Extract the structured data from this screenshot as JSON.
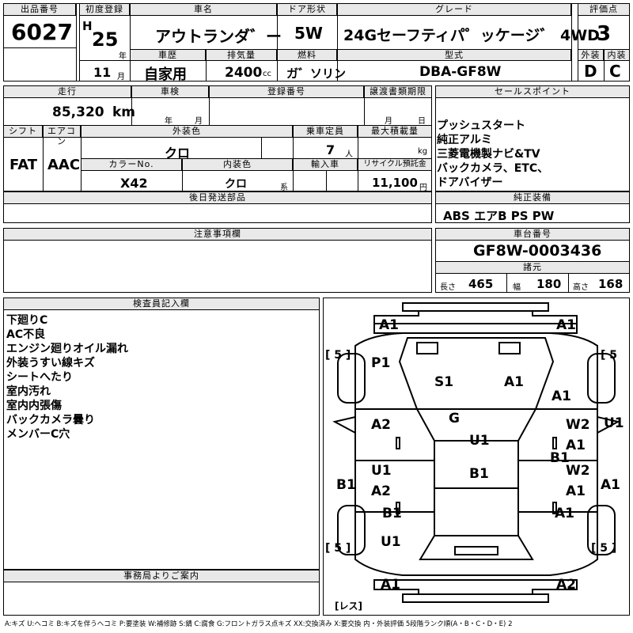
{
  "header": {
    "lot_label": "出品番号",
    "lot_no": "6027",
    "reg_label": "初度登録",
    "era": "H",
    "year": "25",
    "year_unit": "年",
    "month": "11",
    "month_unit": "月",
    "name_label": "車名",
    "name": "アウトランダ゛ー",
    "doors_label": "ドア形状",
    "doors": "5W",
    "grade_label": "グレード",
    "grade": "24Gセーフティパ゜ッケージ゛ 4WD",
    "score_label": "評価点",
    "score": "3",
    "history_label": "車歴",
    "history": "自家用",
    "disp_label": "排気量",
    "disp": "2400",
    "disp_unit": "cc",
    "fuel_label": "燃料",
    "fuel": "ガ゛ソリン",
    "model_label": "型式",
    "model": "DBA-GF8W",
    "ext_label": "外装",
    "ext_grade": "D",
    "int_label": "内装",
    "int_grade": "C"
  },
  "row2": {
    "mileage_label": "走行",
    "mileage": "85,320",
    "mileage_unit": "km",
    "inspection_label": "車検",
    "year_unit": "年",
    "month_unit": "月",
    "regno_label": "登録番号",
    "transfer_label": "譲渡書類期限",
    "transfer_month": "月",
    "transfer_day": "日",
    "shift_label": "シフト",
    "shift": "FAT",
    "ac_label": "エアコン",
    "ac": "AAC",
    "color_label": "外装色",
    "color": "クロ",
    "capacity_label": "乗車定員",
    "capacity": "7",
    "capacity_unit": "人",
    "load_label": "最大積載量",
    "load_unit": "kg",
    "colorno_label": "カラーNo.",
    "colorno": "X42",
    "intcolor_label": "内装色",
    "intcolor": "クロ",
    "intcolor_unit": "系",
    "import_label": "輸入車",
    "recycle_label": "リサイクル預託金",
    "recycle": "11,100",
    "recycle_unit": "円"
  },
  "sales": {
    "label": "セールスポイント",
    "lines": [
      "プッシュスタート",
      "純正アルミ",
      "三菱電機製ナビ&TV",
      "バックカメラ、ETC、",
      "ドアバイザー"
    ]
  },
  "parts_label": "後日発送部品",
  "equip": {
    "label": "純正装備",
    "value": "ABS エアB PS PW"
  },
  "notes_label": "注意事項欄",
  "chassis": {
    "label": "車台番号",
    "value": "GF8W-0003436"
  },
  "dims": {
    "label": "諸元",
    "len_label": "長さ",
    "len": "465",
    "wid_label": "幅",
    "wid": "180",
    "hgt_label": "高さ",
    "hgt": "168"
  },
  "inspector": {
    "label": "検査員記入欄",
    "lines": [
      "下廻りC",
      "AC不良",
      "エンジン廻りオイル漏れ",
      "外装うすい線キズ",
      "シートへたり",
      "室内汚れ",
      "室内内張傷",
      "バックカメラ曇り",
      "メンバーC穴"
    ]
  },
  "office_label": "事務局よりご案内",
  "diagram": {
    "tl": "A1",
    "tr": "A1",
    "p1": "P1",
    "s1": "S1",
    "a1_hood": "A1",
    "a1_rf": "A1",
    "g": "G",
    "a2_fd": "A2",
    "w2_rd": "W2",
    "u1_r": "U1",
    "a1_rd": "A1",
    "u1_roof": "U1",
    "b1_rs": "B1",
    "b1_roof": "B1",
    "u1_ld": "U1",
    "a2_ld": "A2",
    "w2_rrd": "W2",
    "a1_rrd": "A1",
    "b1_l": "B1",
    "a1_r2": "A1",
    "b1_lr": "B1",
    "a1_rr": "A1",
    "u1_rear": "U1",
    "bl": "A1",
    "br": "A2",
    "tire_tl": "[ 5 ]",
    "tire_tr": "[ 5",
    "tire_bl": "[ 5 ]",
    "tire_br": "[ 5 ]",
    "spare": "[レス]"
  },
  "legend": "A:キズ U:ヘコミ B:キズを伴うヘコミ P:要塗装 W:補修跡 S:錆 C:腐食 G:フロントガラス点キズ XX:交換済み X:要交換 内・外装評価 5段階ランク順(A・B・C・D・E) 2"
}
